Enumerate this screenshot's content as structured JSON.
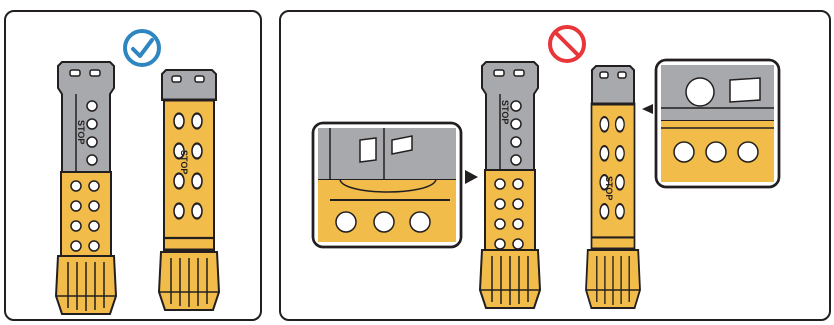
{
  "panels": [
    {
      "id": "correct",
      "status_icon": "check-circle-icon",
      "status_color": "#2e86c1"
    },
    {
      "id": "incorrect",
      "status_icon": "prohibited-icon",
      "status_color": "#e8363a"
    }
  ],
  "colors": {
    "metal_gray": "#a7a9ac",
    "plastic_yellow": "#f2bc4b",
    "outline": "#231f20"
  },
  "connector_label": "STOP"
}
